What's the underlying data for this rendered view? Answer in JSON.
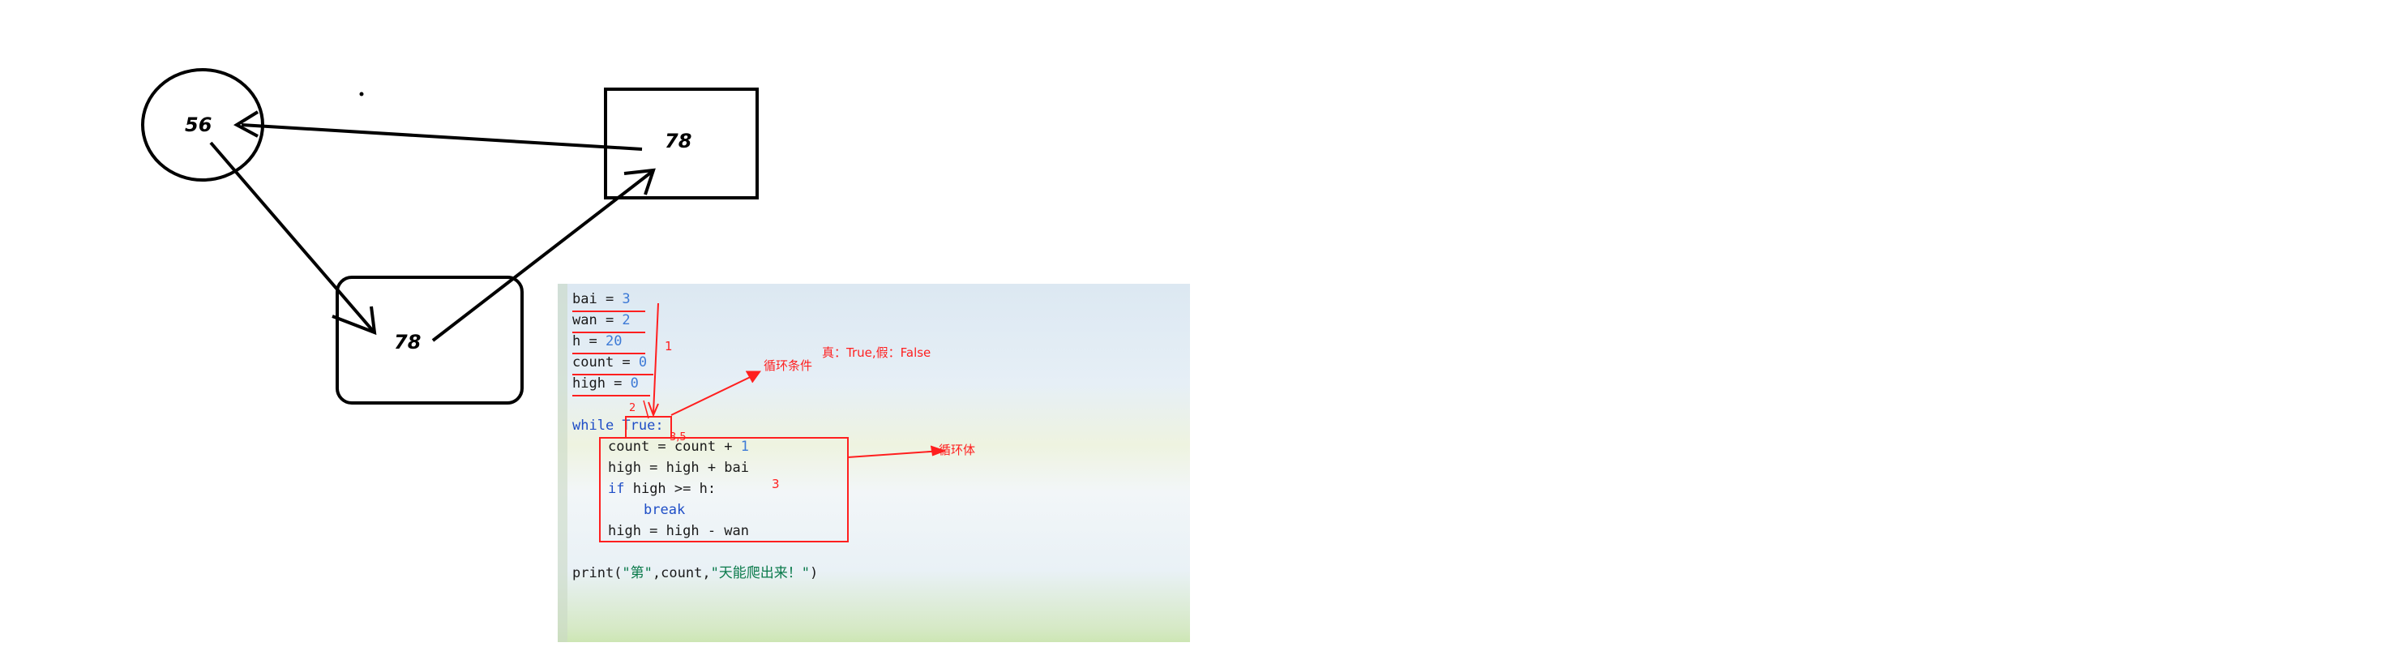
{
  "diagram": {
    "circle_node": {
      "label": "56"
    },
    "right_box_node": {
      "label": "78"
    },
    "bottom_box_node": {
      "label": "78"
    }
  },
  "code": {
    "lines": [
      {
        "parts": [
          {
            "t": "bai = ",
            "c": "plain"
          },
          {
            "t": "3",
            "c": "num"
          }
        ]
      },
      {
        "parts": [
          {
            "t": "wan = ",
            "c": "plain"
          },
          {
            "t": "2",
            "c": "num"
          }
        ]
      },
      {
        "parts": [
          {
            "t": "h = ",
            "c": "plain"
          },
          {
            "t": "20",
            "c": "num"
          }
        ]
      },
      {
        "parts": [
          {
            "t": "count = ",
            "c": "plain"
          },
          {
            "t": "0",
            "c": "num"
          }
        ]
      },
      {
        "parts": [
          {
            "t": "high = ",
            "c": "plain"
          },
          {
            "t": "0",
            "c": "num"
          }
        ]
      },
      {
        "parts": [
          {
            "t": "",
            "c": "plain"
          }
        ]
      },
      {
        "parts": [
          {
            "t": "while ",
            "c": "kw"
          },
          {
            "t": "True:",
            "c": "kw"
          }
        ]
      },
      {
        "indent": 1,
        "parts": [
          {
            "t": "count = count + ",
            "c": "plain"
          },
          {
            "t": "1",
            "c": "num"
          }
        ]
      },
      {
        "indent": 1,
        "parts": [
          {
            "t": "high = high + bai",
            "c": "plain"
          }
        ]
      },
      {
        "indent": 1,
        "parts": [
          {
            "t": "if ",
            "c": "kw"
          },
          {
            "t": "high >= h:",
            "c": "plain"
          }
        ]
      },
      {
        "indent": 2,
        "parts": [
          {
            "t": "break",
            "c": "kw"
          }
        ]
      },
      {
        "indent": 1,
        "parts": [
          {
            "t": "high = high - wan",
            "c": "plain"
          }
        ]
      },
      {
        "parts": [
          {
            "t": "",
            "c": "plain"
          }
        ]
      },
      {
        "parts": [
          {
            "t": "print(",
            "c": "plain"
          },
          {
            "t": "\"第\"",
            "c": "str"
          },
          {
            "t": ",count,",
            "c": "plain"
          },
          {
            "t": "\"天能爬出来！\"",
            "c": "str"
          },
          {
            "t": ")",
            "c": "plain"
          }
        ]
      }
    ]
  },
  "annotations": {
    "step_1": "1",
    "step_2": "2",
    "step_3_5": "3,5",
    "step_3": "3",
    "loop_condition": "循环条件",
    "true_false_note": "真：True,假：False",
    "loop_body": "循环体"
  },
  "colors": {
    "diagram_stroke": "#000000",
    "annotation": "#ff1f1f"
  }
}
